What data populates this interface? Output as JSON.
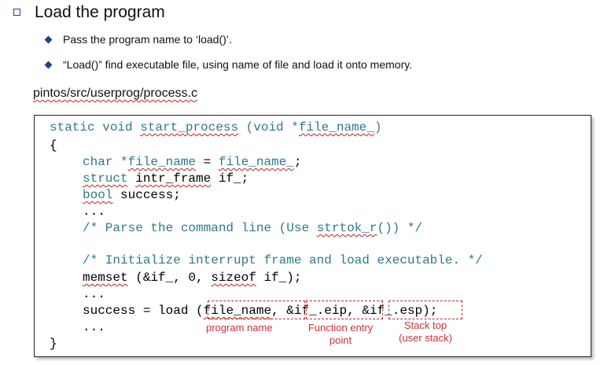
{
  "title": "Load the program",
  "bullets": [
    "Pass the program name to ‘load()’.",
    "“Load()” find executable file, using name of file and load it onto memory."
  ],
  "file_path": "pintos/src/userprog/process.c",
  "code": {
    "l1_a": "static void ",
    "l1_b": "start_process",
    "l1_c": " (void *",
    "l1_d": "file_name_",
    "l1_e": ")",
    "l2": "{",
    "l3_a": "char *",
    "l3_b": "file_name",
    "l3_c": " = ",
    "l3_d": "file_name_",
    "l3_e": ";",
    "l4_a": "struct",
    "l4_b": " ",
    "l4_c": "intr_frame",
    "l4_d": " if_;",
    "l5_a": "bool",
    "l5_b": " success;",
    "l6": "...",
    "l7_a": "/* Parse the command line (Use ",
    "l7_b": "strtok_r",
    "l7_c": "()) */",
    "l8": "/* Initialize interrupt frame and load executable. */",
    "l9_a": "memset",
    "l9_b": " (&if_, 0, ",
    "l9_c": "sizeof",
    "l9_d": " if_);",
    "l10": "...",
    "l11_a": "success = load ",
    "l11_b": "(",
    "l11_c": "file_name",
    "l11_d": ",",
    "l11_e": "&if_.eip",
    "l11_f": ",",
    "l11_g": "&if_.esp",
    "l11_h": ");",
    "l12": "...",
    "l13": "}"
  },
  "annotations": {
    "program_name": "program name",
    "function_entry": "Function entry",
    "function_entry_2": "point",
    "stack_top": "Stack top",
    "stack_top_2": "(user stack)"
  },
  "colors": {
    "code_keyword": "#2d7a8c",
    "annotation": "#d03030",
    "bullet": "#1f3f8f"
  }
}
